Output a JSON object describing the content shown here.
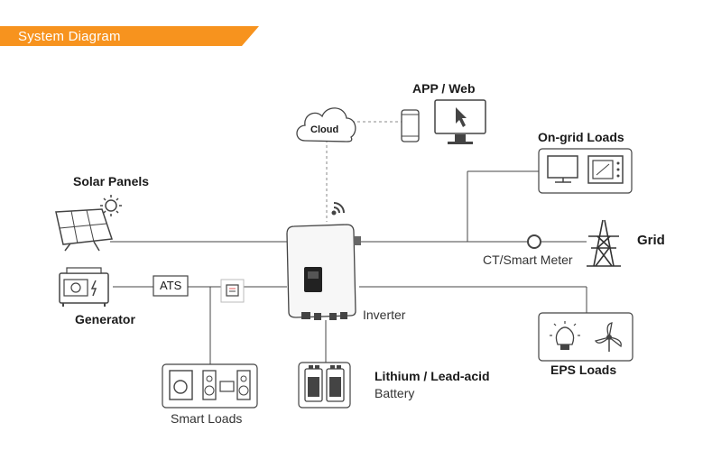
{
  "header": {
    "title": "System Diagram"
  },
  "nodes": {
    "app_web": "APP / Web",
    "cloud": "Cloud",
    "on_grid_loads": "On-grid Loads",
    "solar_panels": "Solar Panels",
    "grid": "Grid",
    "ct_meter": "CT/Smart Meter",
    "generator": "Generator",
    "ats": "ATS",
    "inverter": "Inverter",
    "eps_loads": "EPS Loads",
    "battery_title": "Lithium / Lead-acid",
    "battery_sub": "Battery",
    "smart_loads": "Smart Loads"
  },
  "colors": {
    "accent": "#F7931E",
    "line": "#444444",
    "dash": "#888888"
  }
}
